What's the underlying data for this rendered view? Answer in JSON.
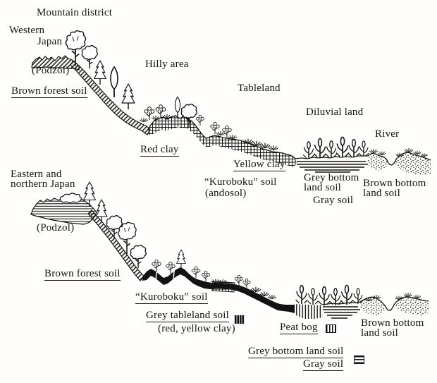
{
  "colors": {
    "ink": "#131313",
    "paper": "#fffefc"
  },
  "top_profile": {
    "district_label": "Mountain district",
    "region_line1": "Western",
    "region_line2": "Japan",
    "podzol": "(Podzol)",
    "brown_forest_soil": "Brown forest soil",
    "hilly_area": "Hilly area",
    "tableland": "Tableland",
    "red_clay": "Red clay",
    "yellow_clay": "Yellow clay",
    "kuroboku_line1": "“Kuroboku” soil",
    "kuroboku_line2": "(andosol)",
    "diluvial_land": "Diluvial land",
    "river": "River",
    "grey_bottom_line1": "Grey bottom",
    "grey_bottom_line2": "land soil",
    "gray_soil": "Gray soil",
    "brown_bottom_line1": "Brown bottom",
    "brown_bottom_line2": "land soil"
  },
  "bottom_profile": {
    "region_line1": "Eastern and",
    "region_line2": "northern Japan",
    "podzol": "(Podzol)",
    "brown_forest_soil": "Brown forest soil",
    "kuroboku": "“Kuroboku” soil",
    "grey_tableland_soil": "Grey tableland soil",
    "red_yellow_clay": "(red, yellow clay)",
    "peat_bog": "Peat bog",
    "brown_bottom_line1": "Brown bottom",
    "brown_bottom_line2": "land soil",
    "grey_bottom_land_soil": "Grey bottom land soil",
    "gray_soil": "Gray soil"
  }
}
